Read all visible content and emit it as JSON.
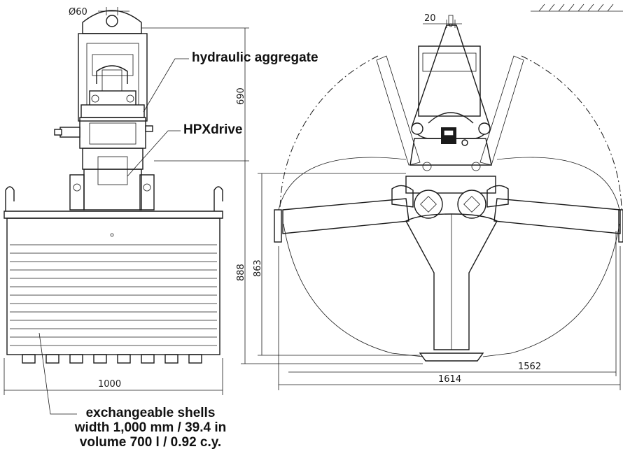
{
  "dimensions": {
    "pin_diameter": "Ø60",
    "top_offset": "20",
    "upper_height": "690",
    "shell_width": "1000",
    "total_height": "888",
    "shell_height": "863",
    "open_width_inner": "1562",
    "open_width_outer": "1614"
  },
  "callouts": {
    "hydraulic": "hydraulic aggregate",
    "hpx": "HPXdrive",
    "shells_line1": "exchangeable shells",
    "shells_line2": "width 1,000 mm / 39.4 in",
    "shells_line3": "volume 700 l / 0.92 c.y."
  }
}
